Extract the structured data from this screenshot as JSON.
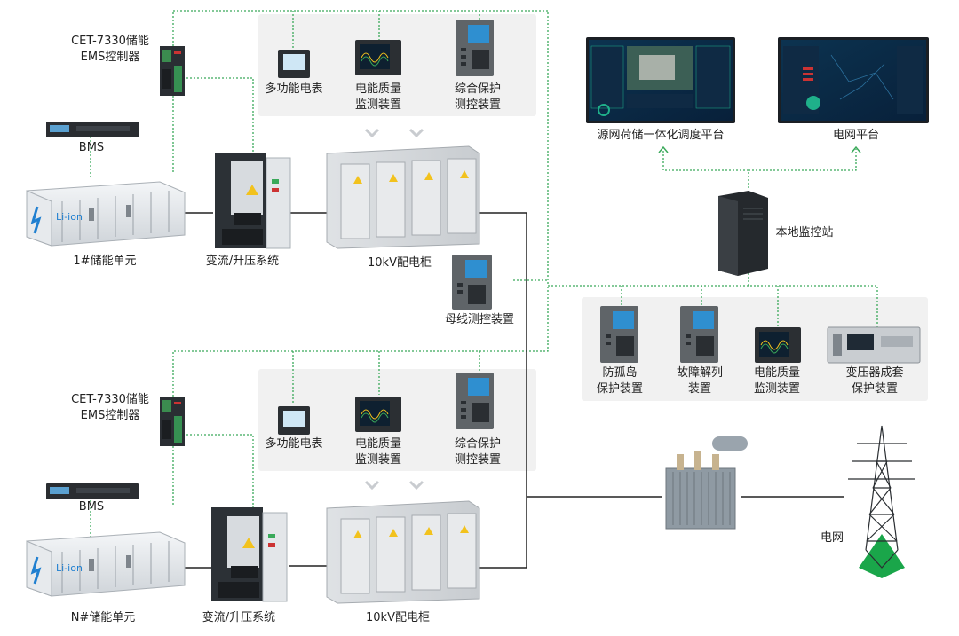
{
  "top": {
    "ems_line1": "CET-7330储能",
    "ems_line2": "EMS控制器",
    "bms": "BMS",
    "storage_unit": "1#储能单元",
    "pcs": "变流/升压系统",
    "cabinet": "10kV配电柜",
    "meter": "多功能电表",
    "pq_line1": "电能质量",
    "pq_line2": "监测装置",
    "prot_line1": "综合保护",
    "prot_line2": "测控装置",
    "battery_text": "Li-ion"
  },
  "bottom": {
    "ems_line1": "CET-7330储能",
    "ems_line2": "EMS控制器",
    "bms": "BMS",
    "storage_unit": "N#储能单元",
    "pcs": "变流/升压系统",
    "cabinet": "10kV配电柜",
    "meter": "多功能电表",
    "pq_line1": "电能质量",
    "pq_line2": "监测装置",
    "prot_line1": "综合保护",
    "prot_line2": "测控装置",
    "battery_text": "Li-ion"
  },
  "busbar_device": "母线测控装置",
  "platforms": {
    "dispatch": "源网荷储一体化调度平台",
    "grid": "电网平台"
  },
  "local_station": "本地监控站",
  "station_devices": [
    {
      "line1": "防孤岛",
      "line2": "保护装置"
    },
    {
      "line1": "故障解列",
      "line2": "装置"
    },
    {
      "line1": "电能质量",
      "line2": "监测装置"
    },
    {
      "line1": "变压器成套",
      "line2": "保护装置"
    }
  ],
  "grid_label": "电网",
  "colors": {
    "comm_line": "#3aa95a",
    "power_line": "#222222",
    "panel": "#f1f1f1",
    "battery_accent": "#1f7fd0",
    "grid_base": "#1aa64a",
    "screen_teal": "#1fb08a"
  }
}
